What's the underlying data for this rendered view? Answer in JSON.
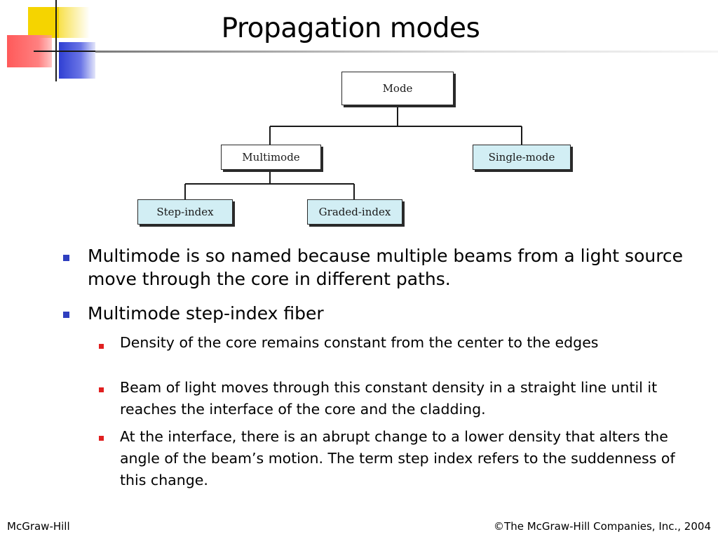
{
  "slide": {
    "title": "Propagation modes"
  },
  "diagram": {
    "root": "Mode",
    "multimode": "Multimode",
    "singlemode": "Single-mode",
    "step_index": "Step-index",
    "graded_index": "Graded-index"
  },
  "bullets": [
    {
      "text": "Multimode is so named because multiple beams from a light source move through the core in different paths.",
      "level": 1
    },
    {
      "text": "Multimode step-index fiber",
      "level": 1,
      "children": [
        "Density of the core remains constant from the center to the edges",
        "Beam of light moves through this constant density in a straight line until it reaches the interface of the core and the cladding.",
        "At the interface, there is an abrupt change to a lower density that alters the angle of the beam’s motion. The term step index refers to the suddenness of this change."
      ]
    }
  ],
  "footer": {
    "left": "McGraw-Hill",
    "right": "©The McGraw-Hill Companies, Inc., 2004"
  },
  "colors": {
    "leaf_fill": "#d2eef4",
    "bullet_level1": "#2f3fbf",
    "bullet_level2": "#e02020",
    "logo_yellow": "#f5d400",
    "logo_red": "#ff5a5a",
    "logo_blue": "#2f3fd3"
  }
}
